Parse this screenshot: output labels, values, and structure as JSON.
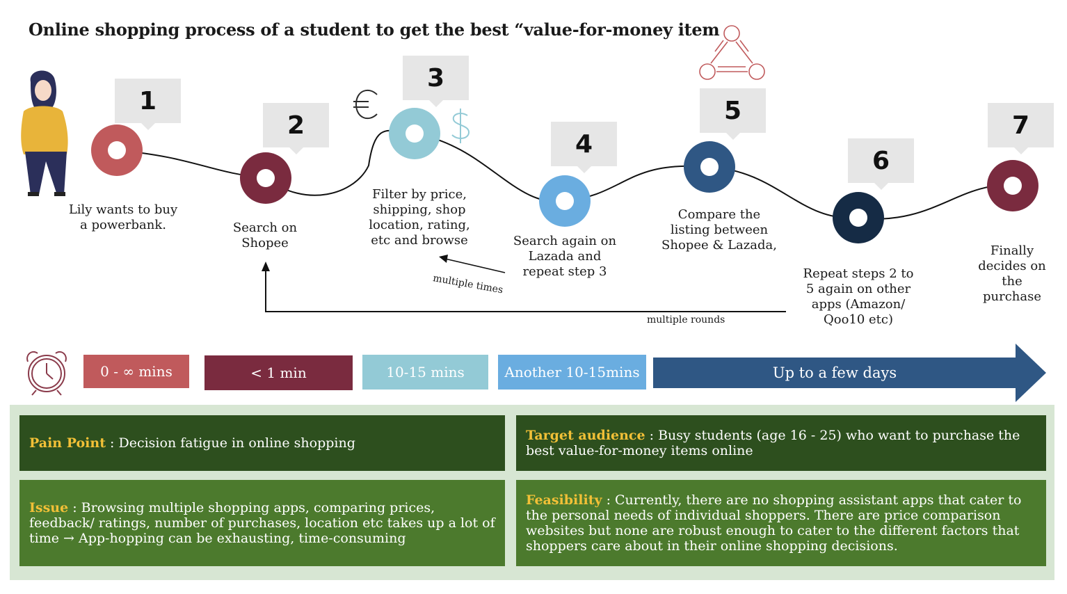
{
  "title": "Online shopping process of a student to get the best “value-for-money item",
  "steps": [
    {
      "number": "1",
      "text": "Lily wants to buy a powerbank.",
      "color": "#c05a5c"
    },
    {
      "number": "2",
      "text": "Search on Shopee",
      "color": "#7a2b3f"
    },
    {
      "number": "3",
      "text": "Filter by price, shipping, shop location, rating, etc and browse",
      "color": "#93cad6"
    },
    {
      "number": "4",
      "text": "Search again on Lazada and repeat step 3",
      "color": "#6aade0"
    },
    {
      "number": "5",
      "text": "Compare the listing between Shopee & Lazada,",
      "color": "#2f5784"
    },
    {
      "number": "6",
      "text": "Repeat steps 2 to 5 again on other apps (Amazon/ Qoo10 etc)",
      "color": "#152b45"
    },
    {
      "number": "7",
      "text": "Finally decides on the purchase",
      "color": "#7a2b3f"
    }
  ],
  "notes": {
    "multiple_times": "multiple times",
    "multiple_rounds": "multiple rounds"
  },
  "icons": {
    "person": "student-illustration-icon",
    "euro": "euro-icon",
    "dollar": "dollar-icon",
    "compare": "compare-cycle-icon",
    "clock": "alarm-clock-icon"
  },
  "timeline": [
    {
      "label": "0 - ∞ mins",
      "color": "#c05a5c"
    },
    {
      "label": "< 1 min",
      "color": "#7a2b3f"
    },
    {
      "label": "10-15 mins",
      "color": "#93cad6"
    },
    {
      "label": "Another 10-15mins",
      "color": "#6aade0"
    },
    {
      "label": "Up to a few days",
      "color": "#2f5784"
    }
  ],
  "cards": {
    "pain_point": {
      "label": "Pain Point",
      "text": " : Decision fatigue in online shopping"
    },
    "target": {
      "label": "Target audience",
      "text": " : Busy students (age 16 - 25) who want to purchase the best value-for-money items online"
    },
    "issue": {
      "label": "Issue",
      "text": " : Browsing multiple shopping apps, comparing prices, feedback/ ratings, number of purchases, location etc takes up a lot of time → App-hopping can be exhausting, time-consuming"
    },
    "feasibility": {
      "label": "Feasibility",
      "text": " : Currently, there are no shopping assistant apps that cater to the personal needs of individual shoppers. There are price comparison websites but none are robust enough to cater to the different factors that shoppers care about in their online shopping decisions."
    }
  },
  "colors": {
    "card_dark": "#2d4f1e",
    "card_mid": "#4c7a2d",
    "panel": "#d7e6d3",
    "label_gold": "#f2c037"
  }
}
